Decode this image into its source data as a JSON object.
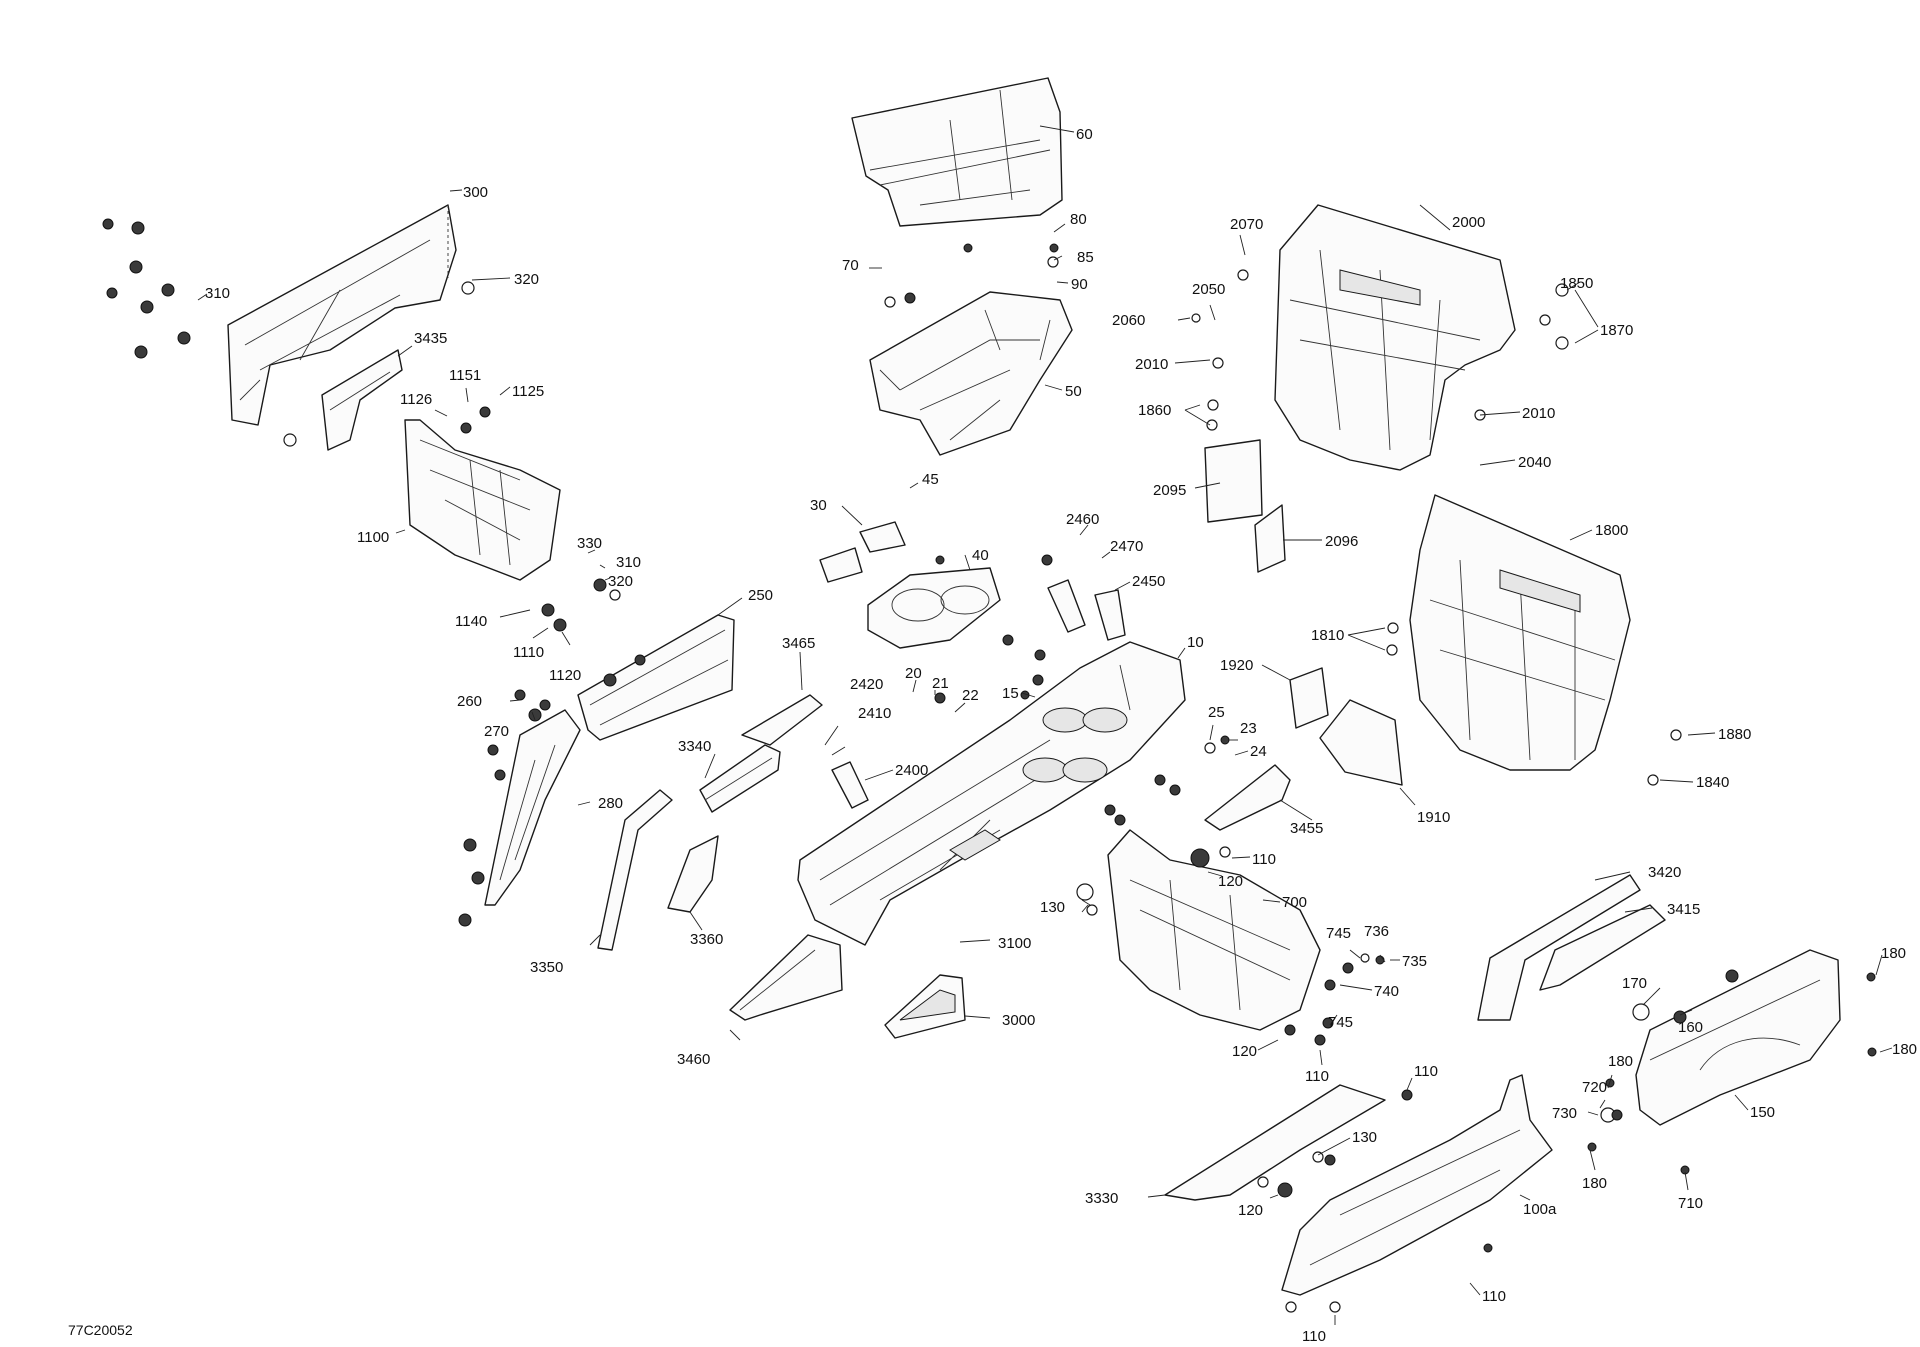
{
  "diagram_code": "77C20052",
  "callouts": [
    {
      "id": "c60",
      "text": "60"
    },
    {
      "id": "c80",
      "text": "80"
    },
    {
      "id": "c85",
      "text": "85"
    },
    {
      "id": "c90",
      "text": "90"
    },
    {
      "id": "c70",
      "text": "70"
    },
    {
      "id": "c50",
      "text": "50"
    },
    {
      "id": "c300",
      "text": "300"
    },
    {
      "id": "c320a",
      "text": "320"
    },
    {
      "id": "c310a",
      "text": "310"
    },
    {
      "id": "c3435",
      "text": "3435"
    },
    {
      "id": "c1151",
      "text": "1151"
    },
    {
      "id": "c1126",
      "text": "1126"
    },
    {
      "id": "c1125",
      "text": "1125"
    },
    {
      "id": "c1100",
      "text": "1100"
    },
    {
      "id": "c330",
      "text": "330"
    },
    {
      "id": "c310b",
      "text": "310"
    },
    {
      "id": "c320b",
      "text": "320"
    },
    {
      "id": "c1140",
      "text": "1140"
    },
    {
      "id": "c1110",
      "text": "1110"
    },
    {
      "id": "c1120",
      "text": "1120"
    },
    {
      "id": "c250",
      "text": "250"
    },
    {
      "id": "c260",
      "text": "260"
    },
    {
      "id": "c270",
      "text": "270"
    },
    {
      "id": "c280",
      "text": "280"
    },
    {
      "id": "c3465",
      "text": "3465"
    },
    {
      "id": "c3340",
      "text": "3340"
    },
    {
      "id": "c3350",
      "text": "3350"
    },
    {
      "id": "c3360",
      "text": "3360"
    },
    {
      "id": "c3460",
      "text": "3460"
    },
    {
      "id": "c3100",
      "text": "3100"
    },
    {
      "id": "c3000",
      "text": "3000"
    },
    {
      "id": "c45",
      "text": "45"
    },
    {
      "id": "c30",
      "text": "30"
    },
    {
      "id": "c40",
      "text": "40"
    },
    {
      "id": "c2460",
      "text": "2460"
    },
    {
      "id": "c2470",
      "text": "2470"
    },
    {
      "id": "c2450",
      "text": "2450"
    },
    {
      "id": "c10",
      "text": "10"
    },
    {
      "id": "c20",
      "text": "20"
    },
    {
      "id": "c21",
      "text": "21"
    },
    {
      "id": "c22",
      "text": "22"
    },
    {
      "id": "c15",
      "text": "15"
    },
    {
      "id": "c2420",
      "text": "2420"
    },
    {
      "id": "c2410",
      "text": "2410"
    },
    {
      "id": "c2400",
      "text": "2400"
    },
    {
      "id": "c25",
      "text": "25"
    },
    {
      "id": "c23",
      "text": "23"
    },
    {
      "id": "c24",
      "text": "24"
    },
    {
      "id": "c2070",
      "text": "2070"
    },
    {
      "id": "c2000",
      "text": "2000"
    },
    {
      "id": "c2050",
      "text": "2050"
    },
    {
      "id": "c2060",
      "text": "2060"
    },
    {
      "id": "c2010a",
      "text": "2010"
    },
    {
      "id": "c1850",
      "text": "1850"
    },
    {
      "id": "c1870",
      "text": "1870"
    },
    {
      "id": "c2010b",
      "text": "2010"
    },
    {
      "id": "c1860",
      "text": "1860"
    },
    {
      "id": "c2040",
      "text": "2040"
    },
    {
      "id": "c2095",
      "text": "2095"
    },
    {
      "id": "c2096",
      "text": "2096"
    },
    {
      "id": "c1800",
      "text": "1800"
    },
    {
      "id": "c1810",
      "text": "1810"
    },
    {
      "id": "c1920",
      "text": "1920"
    },
    {
      "id": "c1880",
      "text": "1880"
    },
    {
      "id": "c1840",
      "text": "1840"
    },
    {
      "id": "c1910",
      "text": "1910"
    },
    {
      "id": "c3455",
      "text": "3455"
    },
    {
      "id": "c110a",
      "text": "110"
    },
    {
      "id": "c120a",
      "text": "120"
    },
    {
      "id": "c130a",
      "text": "130"
    },
    {
      "id": "c700",
      "text": "700"
    },
    {
      "id": "c745a",
      "text": "745"
    },
    {
      "id": "c736",
      "text": "736"
    },
    {
      "id": "c735",
      "text": "735"
    },
    {
      "id": "c740",
      "text": "740"
    },
    {
      "id": "c745b",
      "text": "745"
    },
    {
      "id": "c120b",
      "text": "120"
    },
    {
      "id": "c110b",
      "text": "110"
    },
    {
      "id": "c3420",
      "text": "3420"
    },
    {
      "id": "c3415",
      "text": "3415"
    },
    {
      "id": "c180a",
      "text": "180"
    },
    {
      "id": "c170",
      "text": "170"
    },
    {
      "id": "c160",
      "text": "160"
    },
    {
      "id": "c180b",
      "text": "180"
    },
    {
      "id": "c180c",
      "text": "180"
    },
    {
      "id": "c720",
      "text": "720"
    },
    {
      "id": "c730",
      "text": "730"
    },
    {
      "id": "c150",
      "text": "150"
    },
    {
      "id": "c180d",
      "text": "180"
    },
    {
      "id": "c710",
      "text": "710"
    },
    {
      "id": "c110c",
      "text": "110"
    },
    {
      "id": "c130b",
      "text": "130"
    },
    {
      "id": "c3330",
      "text": "3330"
    },
    {
      "id": "c120c",
      "text": "120"
    },
    {
      "id": "c100a",
      "text": "100a"
    },
    {
      "id": "c110d",
      "text": "110"
    },
    {
      "id": "c110e",
      "text": "110"
    }
  ]
}
